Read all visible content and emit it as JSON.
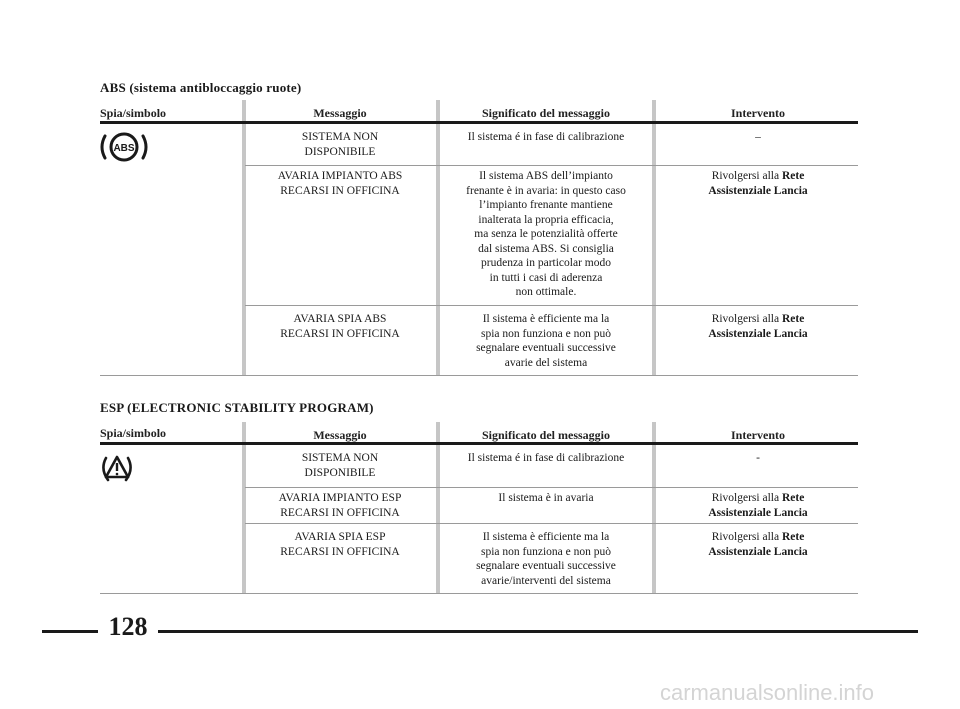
{
  "abs": {
    "title": "ABS (sistema antibloccaggio ruote)",
    "headers": {
      "symbol": "Spia/simbolo",
      "message": "Messaggio",
      "meaning": "Significato del messaggio",
      "action": "Intervento"
    },
    "icon": "abs-warning-icon",
    "icon_text": "ABS",
    "rows": [
      {
        "message": [
          "SISTEMA NON",
          "DISPONIBILE"
        ],
        "meaning": [
          "Il sistema é in fase di calibrazione"
        ],
        "action_plain": "–",
        "action_bold": ""
      },
      {
        "message": [
          "AVARIA IMPIANTO ABS",
          "RECARSI IN OFFICINA"
        ],
        "meaning": [
          "Il sistema ABS dell’impianto",
          "frenante è in avaria: in questo caso",
          "l’impianto frenante mantiene",
          "inalterata la propria efficacia,",
          "ma senza le potenzialità offerte",
          "dal sistema ABS. Si consiglia",
          "prudenza in particolar modo",
          "in tutti i casi di aderenza",
          "non ottimale."
        ],
        "action_plain": "Rivolgersi alla ",
        "action_bold": "Rete",
        "action_bold2": "Assistenziale Lancia"
      },
      {
        "message": [
          "AVARIA SPIA ABS",
          "RECARSI IN OFFICINA"
        ],
        "meaning": [
          "Il sistema è efficiente ma la",
          "spia non funziona e non può",
          "segnalare eventuali successive",
          "avarie del sistema"
        ],
        "action_plain": "Rivolgersi alla ",
        "action_bold": "Rete",
        "action_bold2": "Assistenziale Lancia"
      }
    ]
  },
  "esp": {
    "title": "ESP (ELECTRONIC STABILITY PROGRAM)",
    "headers": {
      "symbol": "Spia/simbolo",
      "message": "Messaggio",
      "meaning": "Significato del messaggio",
      "action": "Intervento"
    },
    "icon": "esp-warning-triangle-icon",
    "rows": [
      {
        "message": [
          "SISTEMA NON",
          "DISPONIBILE"
        ],
        "meaning": [
          "Il sistema é in fase di calibrazione"
        ],
        "action_plain": "-",
        "action_bold": ""
      },
      {
        "message": [
          "AVARIA IMPIANTO ESP",
          "RECARSI IN OFFICINA"
        ],
        "meaning": [
          "Il sistema è in avaria"
        ],
        "action_plain": "Rivolgersi alla ",
        "action_bold": "Rete",
        "action_bold2": "Assistenziale Lancia"
      },
      {
        "message": [
          "AVARIA SPIA ESP",
          "RECARSI IN OFFICINA"
        ],
        "meaning": [
          "Il sistema è efficiente ma la",
          "spia non funziona e non può",
          "segnalare eventuali successive",
          "avarie/interventi del sistema"
        ],
        "action_plain": "Rivolgersi alla ",
        "action_bold": "Rete",
        "action_bold2": "Assistenziale Lancia"
      }
    ]
  },
  "page_number": "128",
  "watermark": "carmanualsonline.info"
}
